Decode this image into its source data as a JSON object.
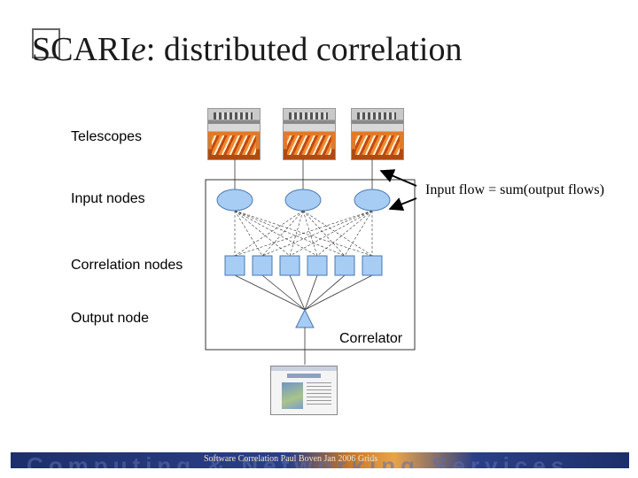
{
  "title": {
    "prefix": "SCARI",
    "emph": "e",
    "rest": ": distributed correlation"
  },
  "labels": {
    "telescopes": "Telescopes",
    "input_nodes": "Input nodes",
    "correlation_nodes": "Correlation nodes",
    "output_node": "Output node",
    "correlator": "Correlator",
    "input_flow": "Input flow = sum(output flows)"
  },
  "banner": {
    "background_text": "Computing & Networking Services",
    "footer_text": "Software Correlation Paul Boven Jan 2006 Grids"
  },
  "colors": {
    "node_fill": "#a8cdf5",
    "node_stroke": "#4a78b0"
  }
}
